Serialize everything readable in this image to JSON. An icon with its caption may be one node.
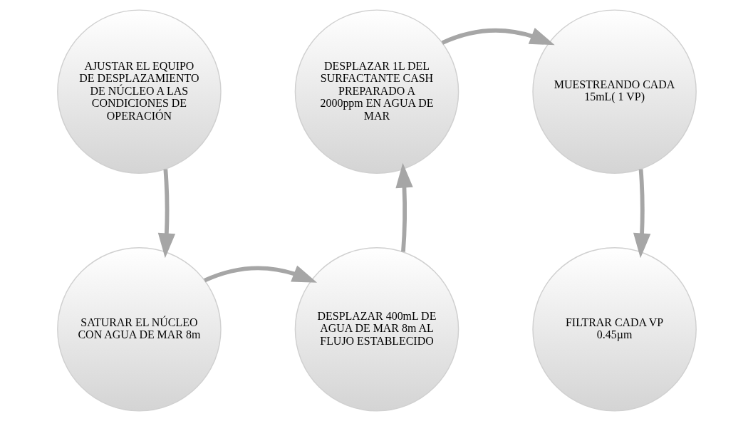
{
  "diagram": {
    "nodes": [
      {
        "text": [
          "AJUSTAR EL EQUIPO DE DESPLAZAMIENTO DE NÚCLEO A LAS CONDICIONES DE OPERACIÓN"
        ]
      },
      {
        "text": [
          "SATURAR EL NÚCLEO CON AGUA DE MAR 8m"
        ]
      },
      {
        "text": [
          "DESPLAZAR 400mL DE AGUA DE MAR 8m AL FLUJO ESTABLECIDO"
        ]
      },
      {
        "text": [
          "DESPLAZAR 1L DEL SURFACTANTE CASH PREPARADO A 2000ppm EN AGUA DE MAR"
        ]
      },
      {
        "text": [
          "MUESTREANDO CADA 15mL( 1 VP)"
        ]
      },
      {
        "text": [
          "FILTRAR CADA VP 0.45µm"
        ]
      }
    ],
    "edges": [
      {
        "from": 0,
        "to": 1,
        "arrow": "to"
      },
      {
        "from": 1,
        "to": 2,
        "arrow": "to"
      },
      {
        "from": 2,
        "to": 3,
        "arrow": "to"
      },
      {
        "from": 3,
        "to": 4,
        "arrow": "to"
      },
      {
        "from": 4,
        "to": 5,
        "arrow": "to"
      }
    ]
  }
}
